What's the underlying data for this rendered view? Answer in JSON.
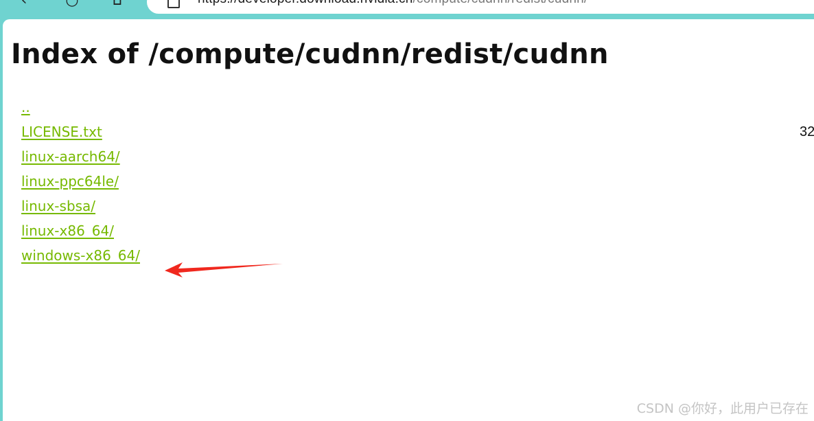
{
  "browser": {
    "back_icon": "‹",
    "reload_icon": "○",
    "home_icon": "⌂",
    "url_host": "https://developer.download.nvidia.cn",
    "url_path": "/compute/cudnn/redist/cudnn/"
  },
  "page": {
    "title": "Index of /compute/cudnn/redist/cudnn",
    "entries": [
      {
        "name": ".."
      },
      {
        "name": "LICENSE.txt",
        "size": "32"
      },
      {
        "name": "linux-aarch64/"
      },
      {
        "name": "linux-ppc64le/"
      },
      {
        "name": "linux-sbsa/"
      },
      {
        "name": "linux-x86_64/"
      },
      {
        "name": "windows-x86_64/"
      }
    ]
  },
  "watermark": "CSDN @你好，此用户已存在",
  "colors": {
    "link": "#76b900",
    "frame": "#6fd3d0",
    "arrow": "#f0281e"
  }
}
